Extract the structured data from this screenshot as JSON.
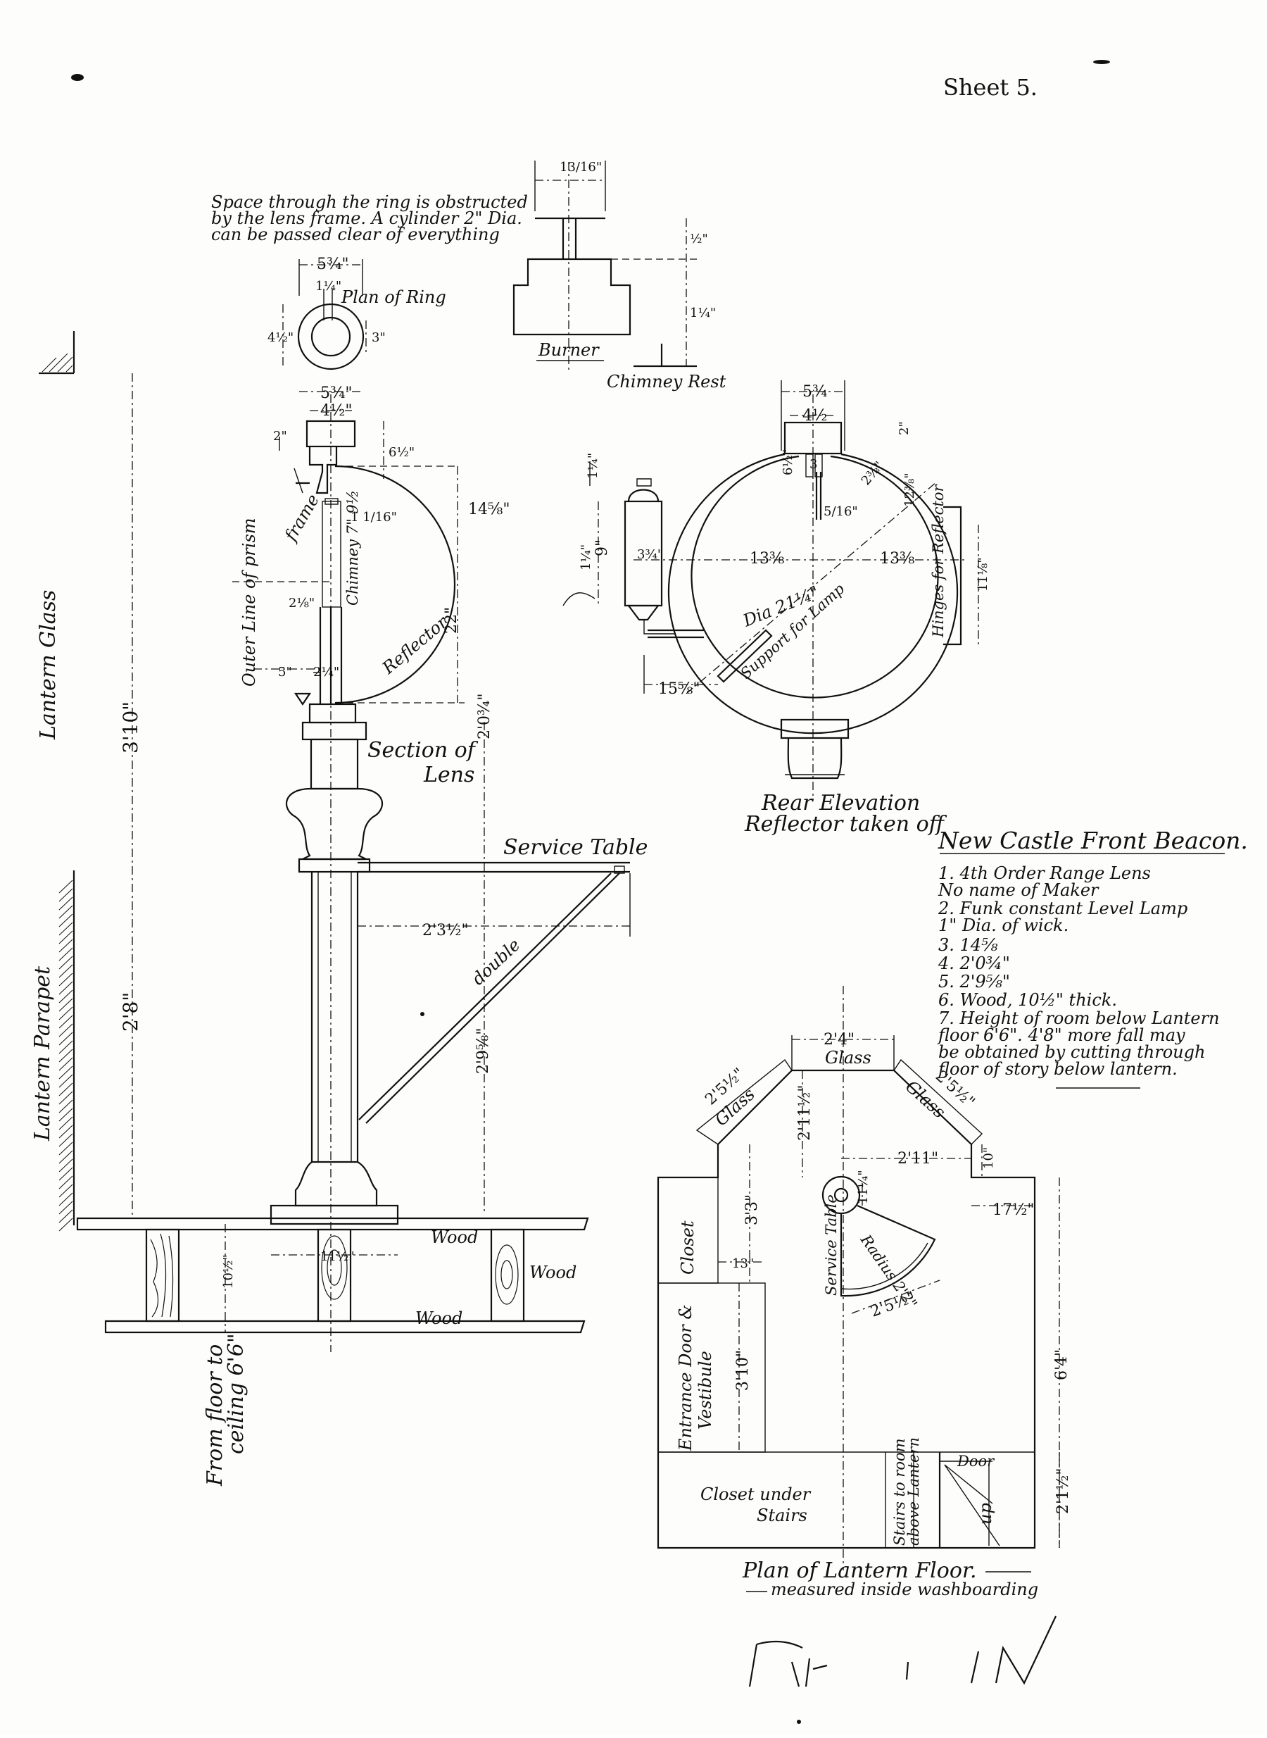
{
  "sheet": "Sheet 5.",
  "note_ring": [
    "Space through the ring is obstructed",
    "by the lens frame. A cylinder 2\" Dia.",
    "can be passed clear of everything"
  ],
  "labels": {
    "plan_of_ring": "Plan of Ring",
    "burner": "Burner",
    "chimney_rest": "Chimney Rest",
    "frame": "frame",
    "outer_line_of_prism": "Outer Line of prism",
    "chimney": "Chimney 7\" 9½",
    "reflector": "Reflector",
    "section_of_lens_1": "Section of",
    "section_of_lens_2": "Lens",
    "service_table": "Service Table",
    "double": "double",
    "wood_top": "Wood",
    "wood_right": "Wood",
    "wood_bottom": "Wood",
    "lantern_glass": "Lantern Glass",
    "lantern_parapet": "Lantern Parapet",
    "floor_to_ceiling_1": "From floor to",
    "floor_to_ceiling_2": "ceiling 6'6\"",
    "rear_elevation_1": "Rear Elevation",
    "rear_elevation_2": "Reflector taken off",
    "hinges": "Hinges for Reflector",
    "support": "Support for Lamp",
    "dia": "Dia 21¼\"",
    "plan_title": "Plan of Lantern Floor.",
    "plan_sub": "measured inside washboarding",
    "closet": "Closet",
    "entrance_1": "Entrance Door &",
    "entrance_2": "Vestibule",
    "closet_under_1": "Closet under",
    "closet_under_2": "Stairs",
    "stairs_1": "Stairs to room",
    "stairs_2": "above Lantern",
    "door": "Door",
    "up": "up",
    "glass_top": "Glass",
    "glass_left": "Glass",
    "glass_right": "Glass",
    "service_table_plan": "Service Table",
    "radius": "Radius 2'2\"",
    "signature": "Fire A 1 N"
  },
  "dims": {
    "ring_w": "5¾\"",
    "ring_in": "1¼\"",
    "ring_h1": "4½\"",
    "ring_h2": "3\"",
    "burner_top": "13/16\"",
    "burner_h1": "½\"",
    "burner_h2": "1¼\"",
    "top_54": "5¾\"",
    "top_42": "4½\"",
    "s2": "2\"",
    "s6": "6½\"",
    "s116": "1 1/16\"",
    "s145": "14⅝\"",
    "s21": "2⅛\"",
    "s22": "22\"",
    "s5": "5\"",
    "s24": "2¼\"",
    "s204": "2'0¾\"",
    "s310": "3'10\"",
    "s28": "2'8\"",
    "s232": "2'3½\"",
    "s298": "2'9⅝\"",
    "s11": "11½\"",
    "s10": "10½\"",
    "r54": "5¾",
    "r42": "4½",
    "r6": "6½\"",
    "r3": "3",
    "r516": "5/16\"",
    "r23": "2⅜\"",
    "r2": "2\"",
    "r128": "12⅜\"",
    "r138a": "13⅜",
    "r138b": "13⅜",
    "r118": "11⅛\"",
    "r14": "1¼\"",
    "r9": "9\"",
    "r34": "3¾\"",
    "r15": "15⅝\"",
    "r14b": "1¼\"",
    "p24": "2'4\"",
    "p252a": "2'5½\"",
    "p252b": "2'5½\"",
    "p211": "2'11½\"",
    "p2_11": "2'11\"",
    "p10": "10\"",
    "p33": "3'3\"",
    "p112": "11¼\"",
    "p172": "17½\"",
    "p13": "13\"",
    "p310": "3'10\"",
    "p64": "6'4\"",
    "p252c": "2'5½\"",
    "p212": "2'1½\""
  },
  "notes_title": "New Castle Front Beacon.",
  "notes": [
    "1.  4th Order Range Lens",
    "     No name of Maker",
    "2.  Funk constant Level Lamp",
    "     1\" Dia. of wick.",
    "3.  14⅝",
    "4.  2'0¾\"",
    "5.  2'9⅝\"",
    "6.  Wood, 10½\" thick.",
    "7.  Height of room below Lantern",
    "     floor 6'6\". 4'8\" more fall may",
    "     be obtained by cutting through",
    "     floor of story below lantern."
  ]
}
